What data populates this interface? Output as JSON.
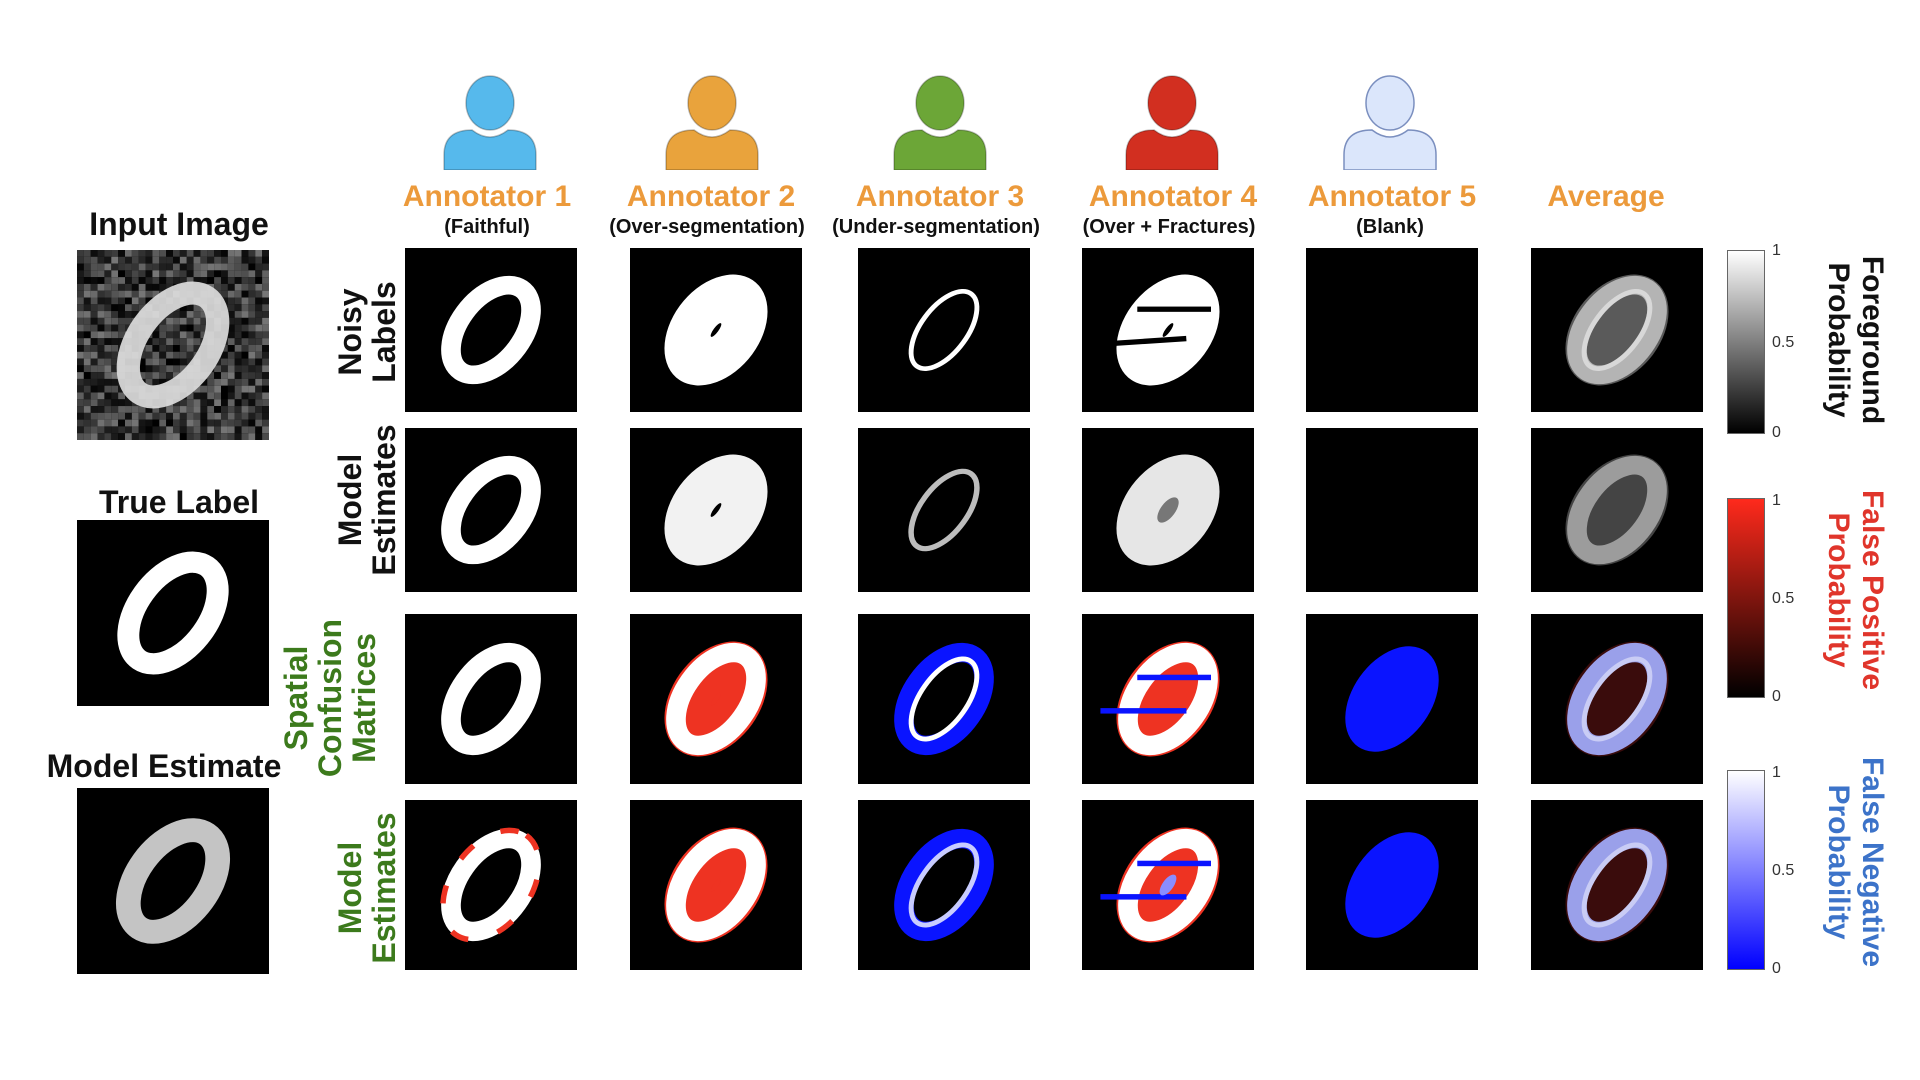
{
  "left_panels": {
    "input_title": "Input Image",
    "true_title": "True Label",
    "estimate_title": "Model Estimate"
  },
  "annotators": [
    {
      "name": "Annotator 1",
      "desc": "(Faithful)",
      "color": "#56b9ec"
    },
    {
      "name": "Annotator 2",
      "desc": "(Over-segmentation)",
      "color": "#e9a33c"
    },
    {
      "name": "Annotator 3",
      "desc": "(Under-segmentation)",
      "color": "#6ca637"
    },
    {
      "name": "Annotator 4",
      "desc": "(Over + Fractures)",
      "color": "#d22f20"
    },
    {
      "name": "Annotator 5",
      "desc": "(Blank)",
      "color": "#dbe6fb"
    },
    {
      "name": "Average",
      "desc": "",
      "color": ""
    }
  ],
  "row_labels": {
    "noisy": [
      "Noisy",
      "Labels"
    ],
    "model1": [
      "Model",
      "Estimates"
    ],
    "cm": [
      "Spatial",
      "Confusion",
      "Matrices"
    ],
    "model2": [
      "Model",
      "Estimates"
    ]
  },
  "colorbars": [
    {
      "title": [
        "Foreground",
        "Probability"
      ],
      "title_color": "#111111",
      "ticks": [
        "1",
        "0.5",
        "0"
      ],
      "gradient": [
        "#ffffff",
        "#000000"
      ]
    },
    {
      "title": [
        "False Positive",
        "Probability"
      ],
      "title_color": "#e0352b",
      "ticks": [
        "1",
        "0.5",
        "0"
      ],
      "gradient": [
        "#ff2a1c",
        "#000000"
      ]
    },
    {
      "title": [
        "False Negative",
        "Probability"
      ],
      "title_color": "#3c73c9",
      "ticks": [
        "1",
        "0.5",
        "0"
      ],
      "gradient": [
        "#ffffff",
        "#0000ff"
      ]
    }
  ],
  "colors": {
    "orange": "#ec9a3b",
    "green": "#3c7a1c",
    "fp_red": "#ee3322",
    "fn_blue": "#0a14ff"
  }
}
